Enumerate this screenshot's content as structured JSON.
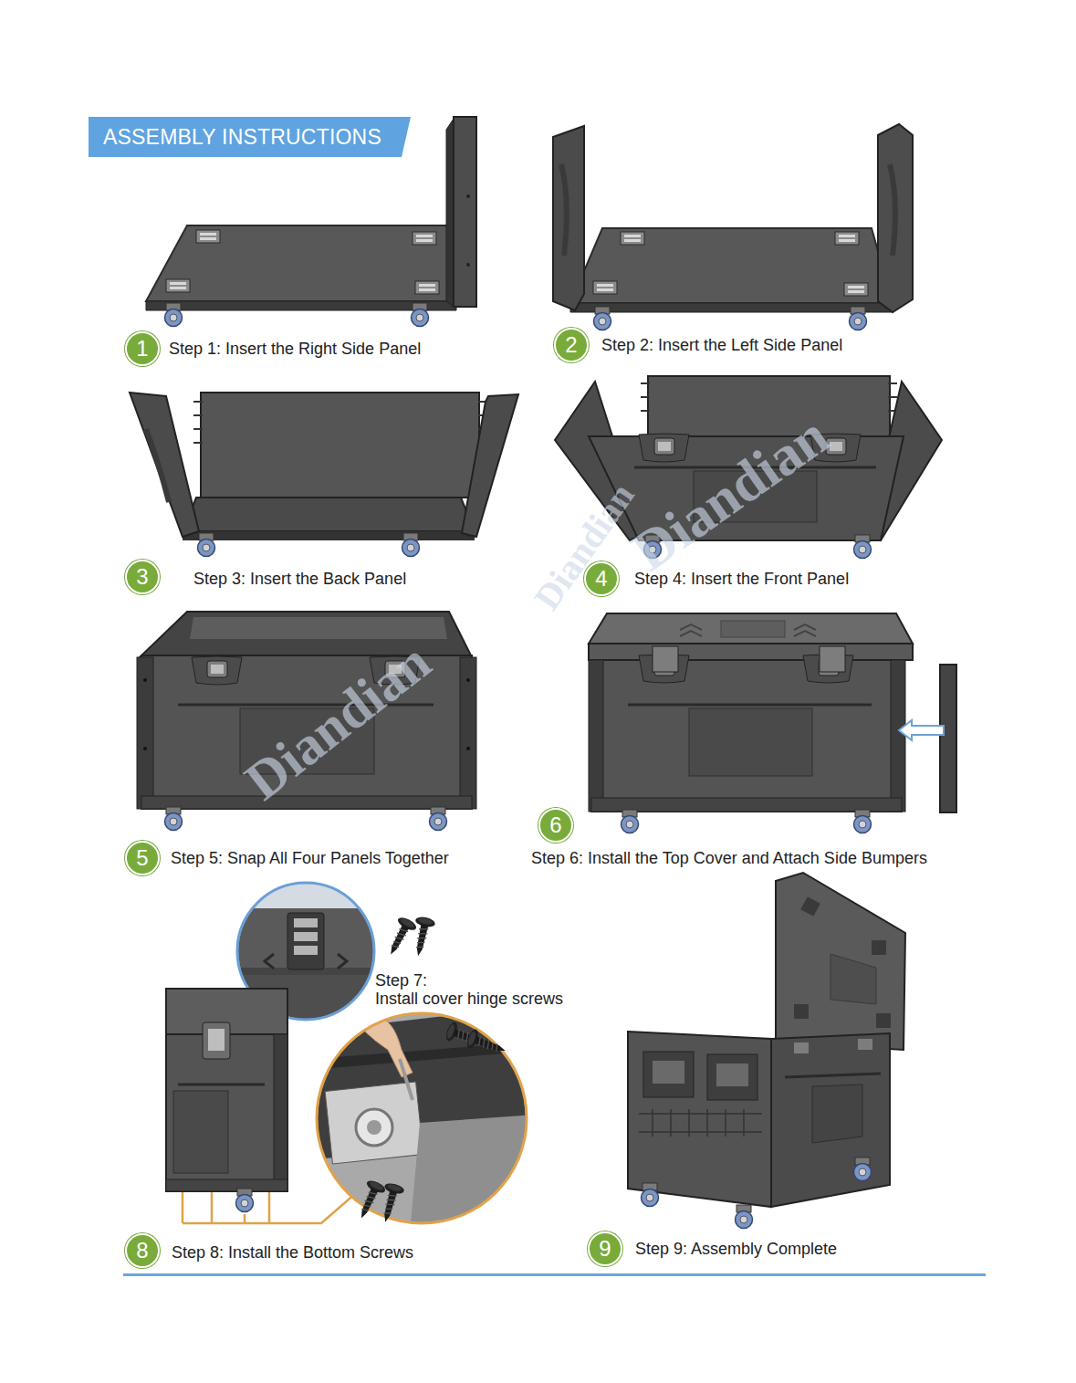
{
  "diagram": {
    "title": "ASSEMBLY INSTRUCTIONS",
    "nodes": [
      {
        "text": [
          "1"
        ]
      },
      {
        "text": [
          "2"
        ]
      },
      {
        "text": [
          "3"
        ]
      },
      {
        "text": [
          "4"
        ]
      },
      {
        "text": [
          "5"
        ]
      },
      {
        "text": [
          "6"
        ]
      },
      {
        "text": [
          "8"
        ]
      },
      {
        "text": [
          "9"
        ]
      }
    ],
    "labels": [
      "Step 1: Insert the Right Side Panel",
      "Step 2: Insert the Left Side Panel",
      "Step 3: Insert the Back Panel",
      "Diandian",
      "Diandian",
      "Step 4: Insert the Front Panel",
      "Diandian",
      "Step 5: Snap All Four Panels Together",
      "Step 6: Install the Top Cover and Attach Side Bumpers",
      "Step 7: Install cover hinge screws",
      "Step 8: Install the Bottom Screws",
      "Step 9: Assembly Complete"
    ]
  }
}
